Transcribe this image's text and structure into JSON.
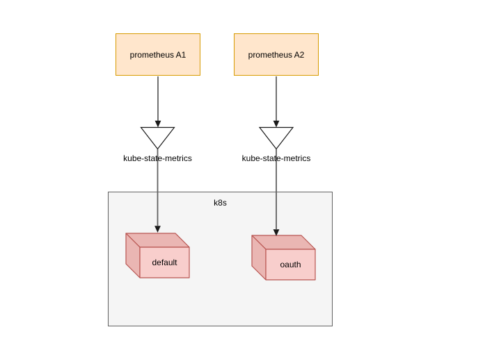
{
  "diagram": {
    "nodes": {
      "prometheus_a1": {
        "label": "prometheus A1"
      },
      "prometheus_a2": {
        "label": "prometheus A2"
      },
      "funnel_left": {
        "label": "kube-state-metrics"
      },
      "funnel_right": {
        "label": "kube-state-metrics"
      },
      "k8s_container": {
        "label": "k8s"
      },
      "cube_default": {
        "label": "default"
      },
      "cube_oauth": {
        "label": "oauth"
      }
    },
    "edges": [
      {
        "from": "prometheus A1",
        "to": "kube-state-metrics (left funnel)",
        "direction": "down"
      },
      {
        "from": "kube-state-metrics (left funnel)",
        "to": "default",
        "direction": "down"
      },
      {
        "from": "prometheus A2",
        "to": "kube-state-metrics (right funnel)",
        "direction": "down"
      },
      {
        "from": "kube-state-metrics (right funnel)",
        "to": "oauth",
        "direction": "down"
      }
    ],
    "colors": {
      "background": "#ffffff",
      "prometheus_fill": "#ffe6cc",
      "prometheus_border": "#d79b00",
      "cube_front_fill": "#f8cecc",
      "cube_shade_fill": "#eab6b3",
      "cube_border": "#b85450",
      "container_fill": "#f5f5f5",
      "container_border": "#616161",
      "funnel_fill": "#ffffff",
      "funnel_border": "#1a1a1a",
      "edge_color": "#616161",
      "arrowhead_color": "#1a1a1a",
      "text_color": "#000000"
    }
  }
}
